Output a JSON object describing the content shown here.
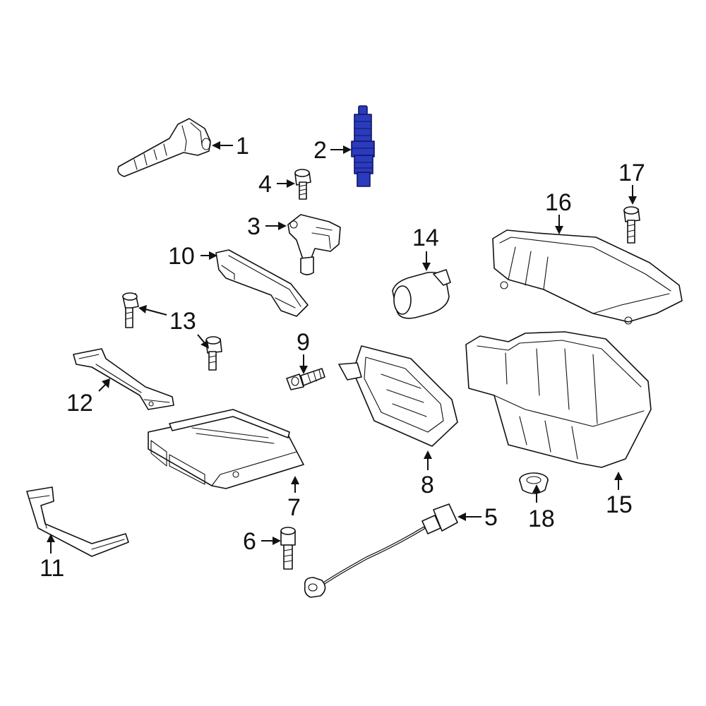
{
  "colors": {
    "line": "#111111",
    "highlight": "#2b3bbd",
    "background": "#ffffff"
  },
  "callouts": [
    {
      "id": "1",
      "label": "1"
    },
    {
      "id": "2",
      "label": "2",
      "highlighted": true
    },
    {
      "id": "3",
      "label": "3"
    },
    {
      "id": "4",
      "label": "4"
    },
    {
      "id": "5",
      "label": "5"
    },
    {
      "id": "6",
      "label": "6"
    },
    {
      "id": "7",
      "label": "7"
    },
    {
      "id": "8",
      "label": "8"
    },
    {
      "id": "9",
      "label": "9"
    },
    {
      "id": "10",
      "label": "10"
    },
    {
      "id": "11",
      "label": "11"
    },
    {
      "id": "12",
      "label": "12"
    },
    {
      "id": "13",
      "label": "13"
    },
    {
      "id": "14",
      "label": "14"
    },
    {
      "id": "15",
      "label": "15"
    },
    {
      "id": "16",
      "label": "16"
    },
    {
      "id": "17",
      "label": "17"
    },
    {
      "id": "18",
      "label": "18"
    }
  ]
}
